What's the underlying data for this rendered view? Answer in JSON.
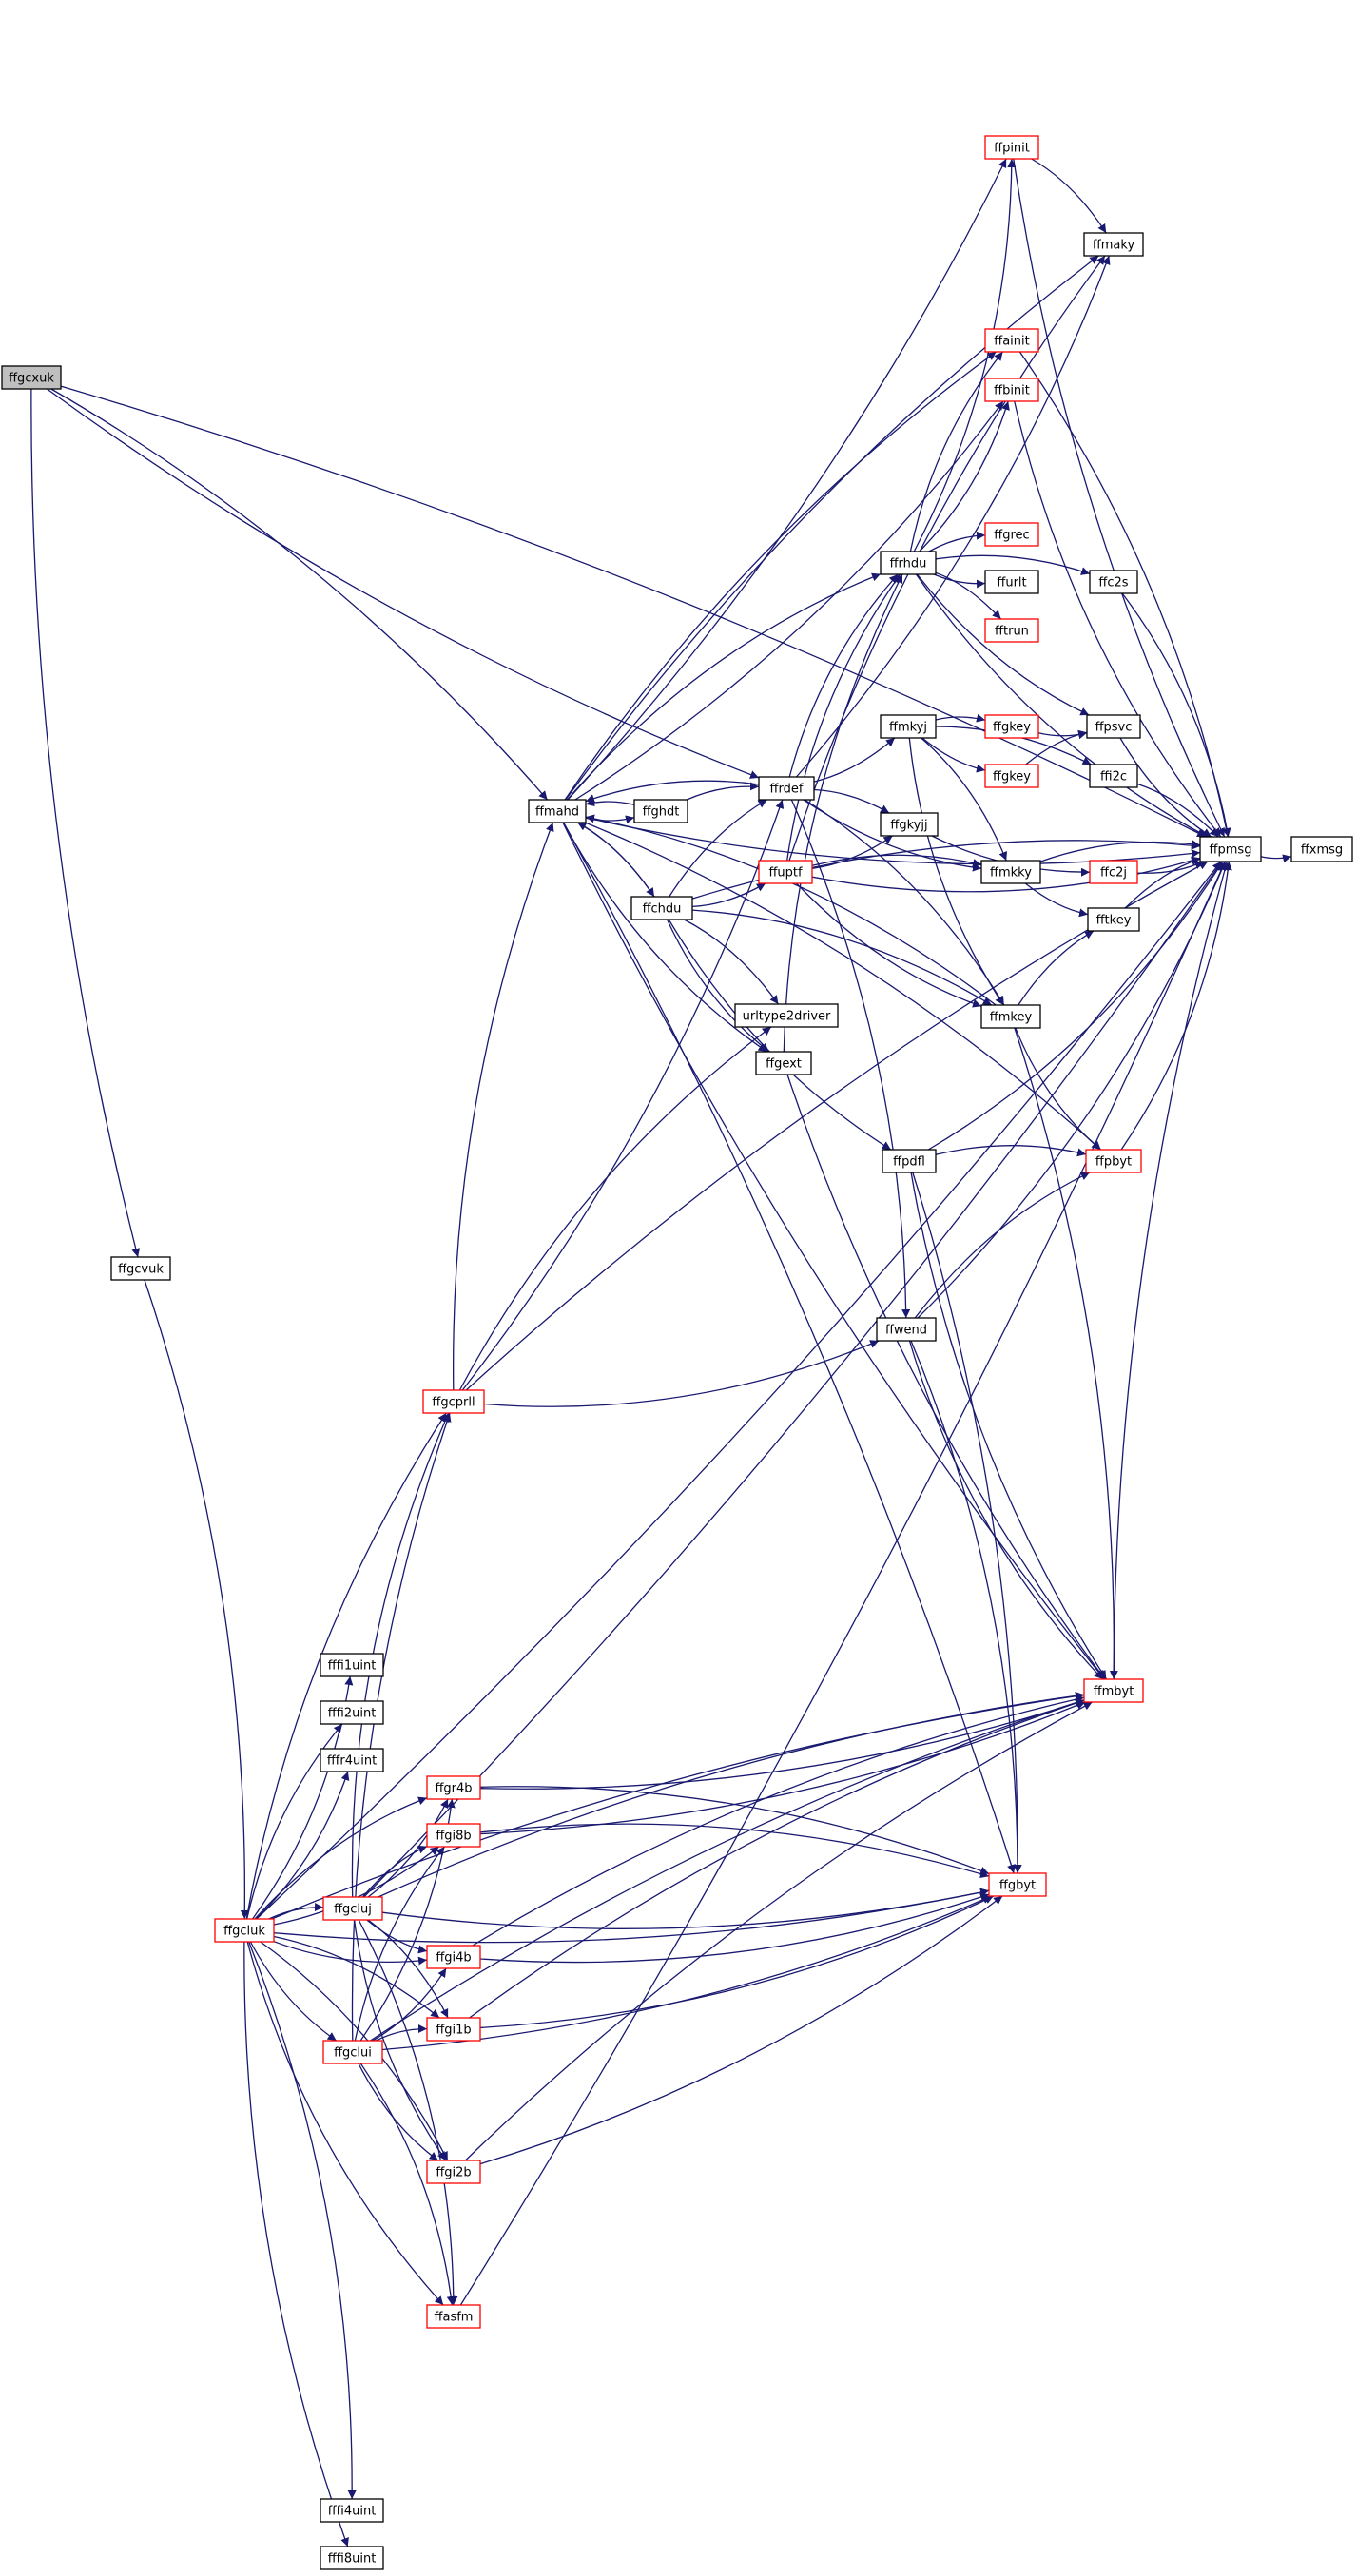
{
  "colors": {
    "edge": "#191970",
    "border_default": "#000000",
    "border_truncated": "#ff0000",
    "root_fill": "#bfbfbf",
    "node_fill": "#ffffff",
    "text": "#000000"
  },
  "nodes": [
    {
      "id": "ffgcxuk",
      "label": "ffgcxuk",
      "style": "root"
    },
    {
      "id": "ffgcvuk",
      "label": "ffgcvuk",
      "style": "normal"
    },
    {
      "id": "ffgcluk",
      "label": "ffgcluk",
      "style": "truncated"
    },
    {
      "id": "fffi1uint",
      "label": "fffi1uint",
      "style": "normal"
    },
    {
      "id": "fffi2uint",
      "label": "fffi2uint",
      "style": "normal"
    },
    {
      "id": "fffr4uint",
      "label": "fffr4uint",
      "style": "normal"
    },
    {
      "id": "fffi4uint",
      "label": "fffi4uint",
      "style": "normal"
    },
    {
      "id": "fffi8uint",
      "label": "fffi8uint",
      "style": "normal"
    },
    {
      "id": "ffgcprll",
      "label": "ffgcprll",
      "style": "truncated"
    },
    {
      "id": "ffgr4b",
      "label": "ffgr4b",
      "style": "truncated"
    },
    {
      "id": "ffgi8b",
      "label": "ffgi8b",
      "style": "truncated"
    },
    {
      "id": "ffgcluj",
      "label": "ffgcluj",
      "style": "truncated"
    },
    {
      "id": "ffgi4b",
      "label": "ffgi4b",
      "style": "truncated"
    },
    {
      "id": "ffgi1b",
      "label": "ffgi1b",
      "style": "truncated"
    },
    {
      "id": "ffgclui",
      "label": "ffgclui",
      "style": "truncated"
    },
    {
      "id": "ffgi2b",
      "label": "ffgi2b",
      "style": "truncated"
    },
    {
      "id": "ffasfm",
      "label": "ffasfm",
      "style": "truncated"
    },
    {
      "id": "ffmahd",
      "label": "ffmahd",
      "style": "normal"
    },
    {
      "id": "ffghdt",
      "label": "ffghdt",
      "style": "normal"
    },
    {
      "id": "ffchdu",
      "label": "ffchdu",
      "style": "normal"
    },
    {
      "id": "ffrdef",
      "label": "ffrdef",
      "style": "normal"
    },
    {
      "id": "ffuptf",
      "label": "ffuptf",
      "style": "truncated"
    },
    {
      "id": "urltype2driver",
      "label": "urltype2driver",
      "style": "normal"
    },
    {
      "id": "ffgext",
      "label": "ffgext",
      "style": "normal"
    },
    {
      "id": "ffpinit",
      "label": "ffpinit",
      "style": "truncated"
    },
    {
      "id": "ffainit",
      "label": "ffainit",
      "style": "truncated"
    },
    {
      "id": "ffbinit",
      "label": "ffbinit",
      "style": "truncated"
    },
    {
      "id": "ffgrec",
      "label": "ffgrec",
      "style": "truncated"
    },
    {
      "id": "ffrhdu",
      "label": "ffrhdu",
      "style": "normal"
    },
    {
      "id": "ffurlt",
      "label": "ffurlt",
      "style": "normal"
    },
    {
      "id": "fftrun",
      "label": "fftrun",
      "style": "truncated"
    },
    {
      "id": "ffmkyj",
      "label": "ffmkyj",
      "style": "normal"
    },
    {
      "id": "ffgkey1",
      "label": "ffgkey",
      "style": "truncated"
    },
    {
      "id": "ffgkey2",
      "label": "ffgkey",
      "style": "truncated"
    },
    {
      "id": "ffgkyjj",
      "label": "ffgkyjj",
      "style": "normal"
    },
    {
      "id": "ffmkky",
      "label": "ffmkky",
      "style": "normal"
    },
    {
      "id": "ffmkey",
      "label": "ffmkey",
      "style": "normal"
    },
    {
      "id": "ffpdfl",
      "label": "ffpdfl",
      "style": "normal"
    },
    {
      "id": "ffwend",
      "label": "ffwend",
      "style": "normal"
    },
    {
      "id": "ffmaky",
      "label": "ffmaky",
      "style": "normal"
    },
    {
      "id": "ffc2s",
      "label": "ffc2s",
      "style": "normal"
    },
    {
      "id": "ffpsvc",
      "label": "ffpsvc",
      "style": "normal"
    },
    {
      "id": "ffi2c",
      "label": "ffi2c",
      "style": "normal"
    },
    {
      "id": "ffc2j",
      "label": "ffc2j",
      "style": "truncated"
    },
    {
      "id": "fftkey",
      "label": "fftkey",
      "style": "normal"
    },
    {
      "id": "ffpbyt",
      "label": "ffpbyt",
      "style": "truncated"
    },
    {
      "id": "ffmbyt",
      "label": "ffmbyt",
      "style": "truncated"
    },
    {
      "id": "ffgbyt",
      "label": "ffgbyt",
      "style": "truncated"
    },
    {
      "id": "ffpmsg",
      "label": "ffpmsg",
      "style": "normal"
    },
    {
      "id": "ffxmsg",
      "label": "ffxmsg",
      "style": "normal"
    }
  ],
  "edges": [
    [
      "ffgcxuk",
      "ffpmsg"
    ],
    [
      "ffgcxuk",
      "ffrdef"
    ],
    [
      "ffgcxuk",
      "ffmahd"
    ],
    [
      "ffgcxuk",
      "ffgcvuk"
    ],
    [
      "ffgcvuk",
      "ffgcluk"
    ],
    [
      "ffgcluk",
      "ffpmsg"
    ],
    [
      "ffgcluk",
      "ffgcprll"
    ],
    [
      "ffgcluk",
      "fffi1uint"
    ],
    [
      "ffgcluk",
      "fffi2uint"
    ],
    [
      "ffgcluk",
      "fffr4uint"
    ],
    [
      "ffgcluk",
      "ffgr4b"
    ],
    [
      "ffgcluk",
      "ffgi8b"
    ],
    [
      "ffgcluk",
      "ffgcluj"
    ],
    [
      "ffgcluk",
      "ffgi4b"
    ],
    [
      "ffgcluk",
      "ffgi1b"
    ],
    [
      "ffgcluk",
      "ffgclui"
    ],
    [
      "ffgcluk",
      "ffgi2b"
    ],
    [
      "ffgcluk",
      "ffasfm"
    ],
    [
      "ffgcluk",
      "ffmbyt"
    ],
    [
      "ffgcluk",
      "ffgbyt"
    ],
    [
      "ffgcluk",
      "fffi4uint"
    ],
    [
      "ffgcluk",
      "fffi8uint"
    ],
    [
      "ffgcluj",
      "ffgcprll"
    ],
    [
      "ffgcluj",
      "ffgr4b"
    ],
    [
      "ffgcluj",
      "ffgi8b"
    ],
    [
      "ffgcluj",
      "ffgi4b"
    ],
    [
      "ffgcluj",
      "ffgi1b"
    ],
    [
      "ffgcluj",
      "ffgi2b"
    ],
    [
      "ffgcluj",
      "ffasfm"
    ],
    [
      "ffgcluj",
      "ffgbyt"
    ],
    [
      "ffgcluj",
      "ffmbyt"
    ],
    [
      "ffgcluj",
      "ffpmsg"
    ],
    [
      "ffgclui",
      "ffgcprll"
    ],
    [
      "ffgclui",
      "ffgr4b"
    ],
    [
      "ffgclui",
      "ffgi8b"
    ],
    [
      "ffgclui",
      "ffgi4b"
    ],
    [
      "ffgclui",
      "ffgi1b"
    ],
    [
      "ffgclui",
      "ffgi2b"
    ],
    [
      "ffgclui",
      "ffasfm"
    ],
    [
      "ffgclui",
      "ffgbyt"
    ],
    [
      "ffgclui",
      "ffmbyt"
    ],
    [
      "ffgr4b",
      "ffmbyt"
    ],
    [
      "ffgr4b",
      "ffgbyt"
    ],
    [
      "ffgi8b",
      "ffmbyt"
    ],
    [
      "ffgi8b",
      "ffgbyt"
    ],
    [
      "ffgi4b",
      "ffgbyt"
    ],
    [
      "ffgi4b",
      "ffmbyt"
    ],
    [
      "ffgi1b",
      "ffgbyt"
    ],
    [
      "ffgi1b",
      "ffmbyt"
    ],
    [
      "ffgi2b",
      "ffgbyt"
    ],
    [
      "ffgi2b",
      "ffmbyt"
    ],
    [
      "ffasfm",
      "ffpmsg"
    ],
    [
      "ffgcprll",
      "ffmahd"
    ],
    [
      "ffgcprll",
      "ffrdef"
    ],
    [
      "ffgcprll",
      "urltype2driver"
    ],
    [
      "ffgcprll",
      "ffwend"
    ],
    [
      "ffgcprll",
      "ffpmsg"
    ],
    [
      "ffmahd",
      "ffpmsg"
    ],
    [
      "ffmahd",
      "ffmaky"
    ],
    [
      "ffmahd",
      "ffghdt"
    ],
    [
      "ffmahd",
      "ffchdu"
    ],
    [
      "ffmahd",
      "ffgext"
    ],
    [
      "ffmahd",
      "ffrhdu"
    ],
    [
      "ffmahd",
      "ffpinit"
    ],
    [
      "ffmahd",
      "ffainit"
    ],
    [
      "ffmahd",
      "ffbinit"
    ],
    [
      "ffmahd",
      "ffgbyt"
    ],
    [
      "ffmahd",
      "ffmbyt"
    ],
    [
      "ffmahd",
      "ffpbyt"
    ],
    [
      "ffghdt",
      "ffmahd"
    ],
    [
      "ffghdt",
      "ffrdef"
    ],
    [
      "ffchdu",
      "ffmahd"
    ],
    [
      "ffchdu",
      "ffrdef"
    ],
    [
      "ffchdu",
      "ffuptf"
    ],
    [
      "ffchdu",
      "urltype2driver"
    ],
    [
      "ffchdu",
      "ffgext"
    ],
    [
      "ffchdu",
      "ffmkey"
    ],
    [
      "ffchdu",
      "ffpdfl"
    ],
    [
      "ffchdu",
      "ffpmsg"
    ],
    [
      "ffrdef",
      "ffmahd"
    ],
    [
      "ffrdef",
      "ffrhdu"
    ],
    [
      "ffrdef",
      "ffmkyj"
    ],
    [
      "ffrdef",
      "ffgkyjj"
    ],
    [
      "ffrdef",
      "ffmkky"
    ],
    [
      "ffrdef",
      "ffmkey"
    ],
    [
      "ffrdef",
      "ffmaky"
    ],
    [
      "ffrdef",
      "ffwend"
    ],
    [
      "ffuptf",
      "ffgkyjj"
    ],
    [
      "ffuptf",
      "ffmkky"
    ],
    [
      "ffuptf",
      "ffmkey"
    ],
    [
      "ffuptf",
      "ffmaky"
    ],
    [
      "ffuptf",
      "ffpmsg"
    ],
    [
      "ffuptf",
      "ffrhdu"
    ],
    [
      "ffgext",
      "ffmbyt"
    ],
    [
      "ffgext",
      "ffrhdu"
    ],
    [
      "ffrhdu",
      "ffpinit"
    ],
    [
      "ffrhdu",
      "ffainit"
    ],
    [
      "ffrhdu",
      "ffbinit"
    ],
    [
      "ffrhdu",
      "ffgrec"
    ],
    [
      "ffrhdu",
      "ffurlt"
    ],
    [
      "ffrhdu",
      "fftrun"
    ],
    [
      "ffrhdu",
      "ffpmsg"
    ],
    [
      "ffrhdu",
      "ffc2s"
    ],
    [
      "ffrhdu",
      "ffpsvc"
    ],
    [
      "ffpinit",
      "ffmaky"
    ],
    [
      "ffpinit",
      "ffpmsg"
    ],
    [
      "ffainit",
      "ffpmsg"
    ],
    [
      "ffbinit",
      "ffpmsg"
    ],
    [
      "ffmkyj",
      "ffgkey1"
    ],
    [
      "ffmkyj",
      "ffgkey2"
    ],
    [
      "ffmkyj",
      "ffmkky"
    ],
    [
      "ffmkyj",
      "ffmkey"
    ],
    [
      "ffmkyj",
      "ffi2c"
    ],
    [
      "ffgkey1",
      "ffpsvc"
    ],
    [
      "ffgkey2",
      "ffpsvc"
    ],
    [
      "ffgkyjj",
      "ffc2j"
    ],
    [
      "ffmkky",
      "ffpmsg"
    ],
    [
      "ffmkky",
      "fftkey"
    ],
    [
      "ffmkey",
      "fftkey"
    ],
    [
      "ffmkey",
      "ffpbyt"
    ],
    [
      "ffmkey",
      "ffmbyt"
    ],
    [
      "ffmkey",
      "ffmahd"
    ],
    [
      "ffpdfl",
      "ffpbyt"
    ],
    [
      "ffpdfl",
      "ffmbyt"
    ],
    [
      "ffpdfl",
      "ffgbyt"
    ],
    [
      "ffpdfl",
      "ffpmsg"
    ],
    [
      "ffwend",
      "ffpbyt"
    ],
    [
      "ffwend",
      "ffmbyt"
    ],
    [
      "ffwend",
      "ffgbyt"
    ],
    [
      "ffwend",
      "ffpmsg"
    ],
    [
      "ffc2s",
      "ffpmsg"
    ],
    [
      "ffpsvc",
      "ffpmsg"
    ],
    [
      "ffi2c",
      "ffpmsg"
    ],
    [
      "ffc2j",
      "ffpmsg"
    ],
    [
      "fftkey",
      "ffpmsg"
    ],
    [
      "ffpbyt",
      "ffpmsg"
    ],
    [
      "ffmbyt",
      "ffpmsg"
    ],
    [
      "ffpmsg",
      "ffxmsg"
    ]
  ]
}
